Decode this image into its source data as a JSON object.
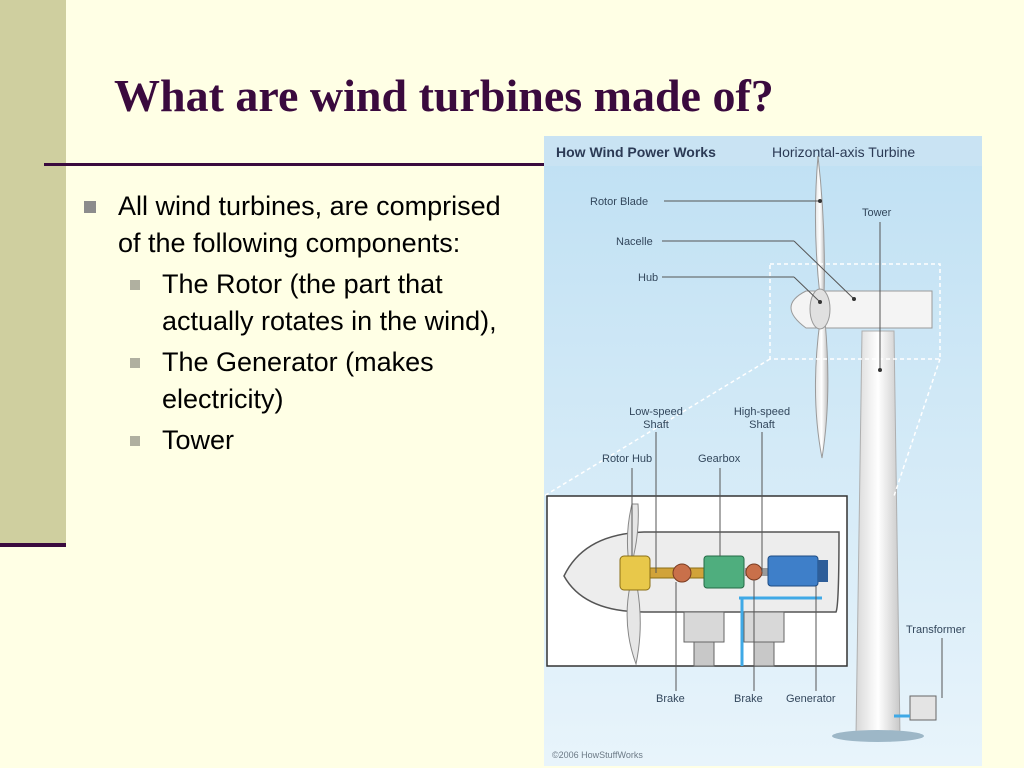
{
  "slide": {
    "title": "What are wind turbines made of?",
    "bullets": [
      {
        "text": "All wind turbines, are comprised of the following components:",
        "children": [
          "The Rotor (the part that actually rotates in the wind),",
          "The Generator (makes electricity)",
          "Tower"
        ]
      }
    ]
  },
  "figure": {
    "brand": "How Wind Power Works",
    "subtitle": "Horizontal-axis Turbine",
    "labels": {
      "rotor_blade": "Rotor Blade",
      "nacelle": "Nacelle",
      "hub": "Hub",
      "tower": "Tower",
      "low_speed_shaft_1": "Low-speed",
      "low_speed_shaft_2": "Shaft",
      "high_speed_shaft_1": "High-speed",
      "high_speed_shaft_2": "Shaft",
      "rotor_hub": "Rotor Hub",
      "gearbox": "Gearbox",
      "brake_left": "Brake",
      "brake_right": "Brake",
      "generator": "Generator",
      "transformer": "Transformer"
    },
    "copyright": "©2006 HowStuffWorks"
  },
  "colors": {
    "background": "#FFFFE5",
    "accent_band": "#CFCF9F",
    "title": "#3A0A3E",
    "figure_bg": "#DCEEF9",
    "figure_brand": "#2B3A55",
    "power_line": "#3FA9E6"
  }
}
